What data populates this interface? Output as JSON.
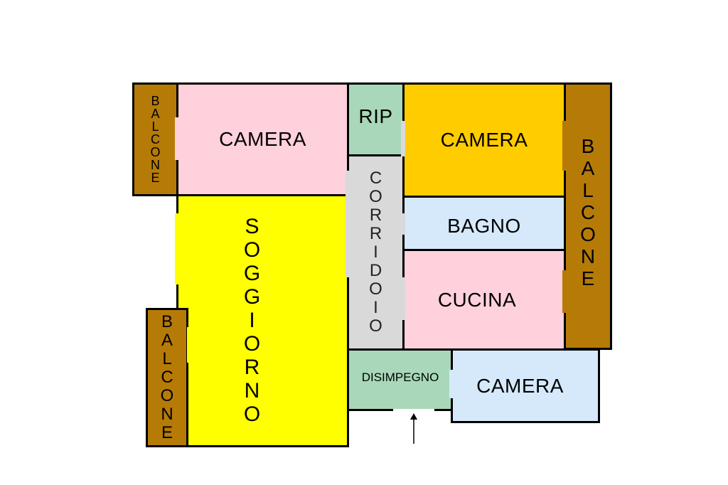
{
  "colors": {
    "balcone": "#b67b07",
    "camera_pink": "#ffd1dc",
    "rip": "#a8d8b9",
    "corridoio": "#d9d9d9",
    "camera_orange": "#ffcc00",
    "bagno": "#d5e9fb",
    "soggiorno": "#ffff00",
    "cucina": "#ffd1dc",
    "disimpegno": "#a8d8b9",
    "camera_blue": "#d5e9fb"
  },
  "rooms": {
    "balcone_top_left": "BALCONE",
    "camera_top_left": "CAMERA",
    "rip": "RIP",
    "corridoio": "CORRIDOIO",
    "camera_top_right": "CAMERA",
    "balcone_right": "BALCONE",
    "bagno": "BAGNO",
    "soggiorno": "SOGGIORNO",
    "cucina": "CUCINA",
    "balcone_bottom_left": "BALCONE",
    "disimpegno": "DISIMPEGNO",
    "camera_bottom_right": "CAMERA"
  },
  "entrance": {
    "icon": "entrance-arrow-icon"
  }
}
